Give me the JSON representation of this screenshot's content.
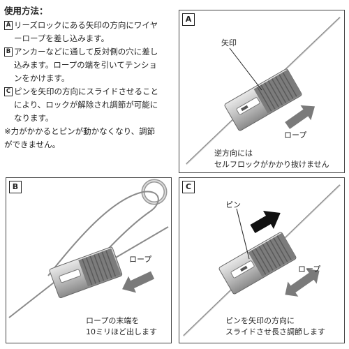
{
  "instructions": {
    "title": "使用方法：",
    "steps": [
      {
        "mark": "A",
        "line1": "リーズロックにある矢印の方向にワイヤ",
        "line2": "ーロープを差し込みます。"
      },
      {
        "mark": "B",
        "line1": "アンカーなどに通して反対側の穴に差し",
        "line2": "込みます。ロープの端を引いてテンショ",
        "line3": "ンをかけます。"
      },
      {
        "mark": "C",
        "line1": "ピンを矢印の方向にスライドさせること",
        "line2": "により、ロックが解除され調節が可能に",
        "line3": "なります。"
      }
    ],
    "note_line1": "※力がかかるとピンが動かなくなり、調節",
    "note_line2": "ができません。"
  },
  "panels": {
    "a": {
      "label": "A",
      "arrow_label": "矢印",
      "rope_label": "ロープ",
      "caption_line1": "逆方向には",
      "caption_line2": "セルフロックがかかり抜けません"
    },
    "b": {
      "label": "B",
      "rope_label": "ロープ",
      "caption_line1": "ロープの末端を",
      "caption_line2": "10ミリほど出します"
    },
    "c": {
      "label": "C",
      "pin_label": "ピン",
      "rope_label": "ロープ",
      "caption_line1": "ピンを矢印の方向に",
      "caption_line2": "スライドさせ長さ調節します"
    }
  }
}
